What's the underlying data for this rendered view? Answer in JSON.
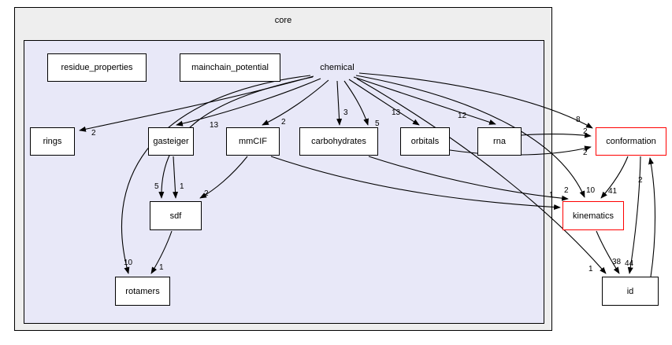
{
  "diagram": {
    "type": "directory-dependency-graph",
    "outer_cluster": "core",
    "inner_cluster": "chemical",
    "colors": {
      "outer_cluster_fill": "#eeeeee",
      "inner_cluster_fill": "#e8e8f8",
      "node_fill": "#ffffff",
      "node_border": "#000000",
      "truncated_node_border": "#ff0000",
      "edge": "#000000"
    },
    "nodes": [
      {
        "id": "residue_properties",
        "label": "residue_properties",
        "style": "normal"
      },
      {
        "id": "mainchain_potential",
        "label": "mainchain_potential",
        "style": "normal"
      },
      {
        "id": "rings",
        "label": "rings",
        "style": "normal"
      },
      {
        "id": "gasteiger",
        "label": "gasteiger",
        "style": "normal"
      },
      {
        "id": "mmCIF",
        "label": "mmCIF",
        "style": "normal"
      },
      {
        "id": "carbohydrates",
        "label": "carbohydrates",
        "style": "normal"
      },
      {
        "id": "orbitals",
        "label": "orbitals",
        "style": "normal"
      },
      {
        "id": "rna",
        "label": "rna",
        "style": "normal"
      },
      {
        "id": "conformation",
        "label": "conformation",
        "style": "red"
      },
      {
        "id": "sdf",
        "label": "sdf",
        "style": "normal"
      },
      {
        "id": "kinematics",
        "label": "kinematics",
        "style": "red"
      },
      {
        "id": "rotamers",
        "label": "rotamers",
        "style": "normal"
      },
      {
        "id": "id",
        "label": "id",
        "style": "normal"
      }
    ],
    "edges": [
      {
        "from": "chemical",
        "to": "rings",
        "label": "2"
      },
      {
        "from": "chemical",
        "to": "gasteiger",
        "label": "13"
      },
      {
        "from": "chemical",
        "to": "mmCIF",
        "label": "2"
      },
      {
        "from": "chemical",
        "to": "carbohydrates",
        "label": "3"
      },
      {
        "from": "chemical",
        "to": "carbohydrates",
        "label": "5"
      },
      {
        "from": "chemical",
        "to": "orbitals",
        "label": "13"
      },
      {
        "from": "chemical",
        "to": "rna",
        "label": "12"
      },
      {
        "from": "chemical",
        "to": "conformation",
        "label": "8"
      },
      {
        "from": "rna",
        "to": "conformation",
        "label": "2"
      },
      {
        "from": "orbitals",
        "to": "conformation",
        "label": "2"
      },
      {
        "from": "chemical",
        "to": "sdf",
        "label": "5"
      },
      {
        "from": "gasteiger",
        "to": "sdf",
        "label": "1"
      },
      {
        "from": "mmCIF",
        "to": "sdf",
        "label": "2"
      },
      {
        "from": "chemical",
        "to": "rotamers",
        "label": "10"
      },
      {
        "from": "sdf",
        "to": "rotamers",
        "label": "1"
      },
      {
        "from": "chemical",
        "to": "kinematics",
        "label": "10"
      },
      {
        "from": "carbohydrates",
        "to": "kinematics",
        "label": "2"
      },
      {
        "from": "mmCIF",
        "to": "kinematics",
        "label": "1"
      },
      {
        "from": "conformation",
        "to": "kinematics",
        "label": "41"
      },
      {
        "from": "kinematics",
        "to": "id",
        "label": "38"
      },
      {
        "from": "conformation",
        "to": "id",
        "label": "44"
      },
      {
        "from": "id",
        "to": "conformation",
        "label": "2"
      },
      {
        "from": "chemical",
        "to": "id",
        "label": "1"
      }
    ]
  }
}
